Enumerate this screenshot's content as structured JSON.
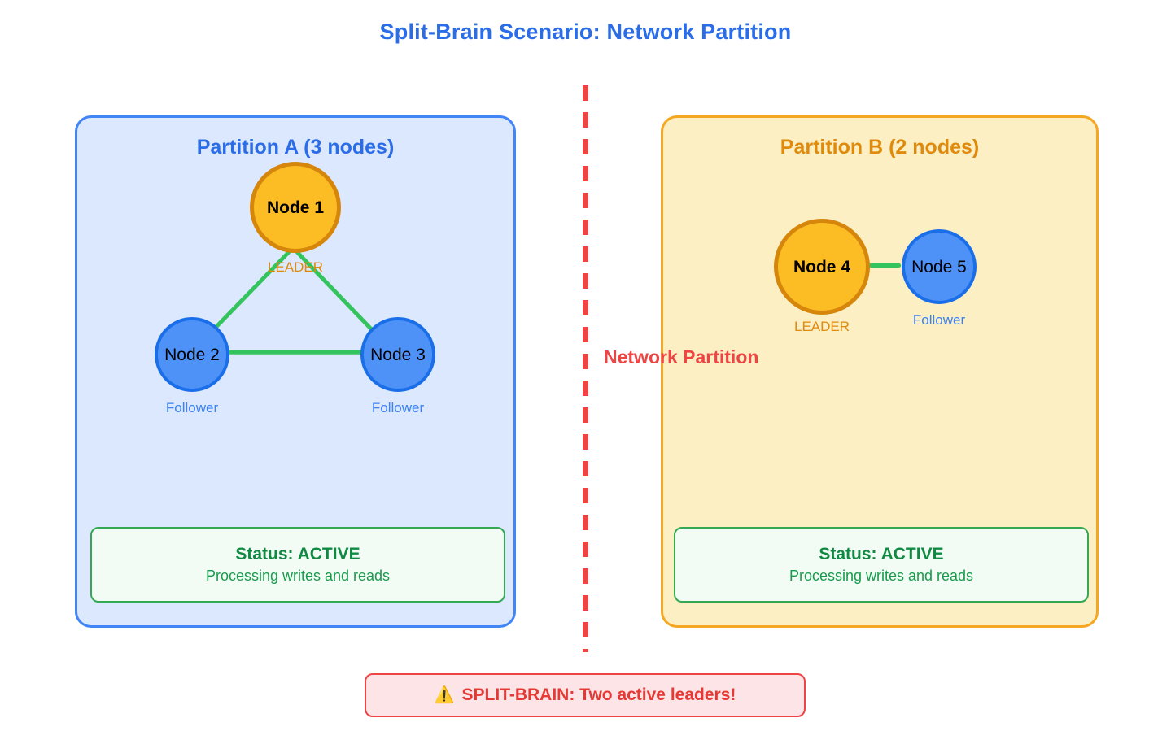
{
  "title": "Split-Brain Scenario: Network Partition",
  "divider": {
    "label": "Network Partition",
    "color": "#EF4444"
  },
  "partitions": [
    {
      "id": "a",
      "title": "Partition A (3 nodes)",
      "title_color": "#2B6CE8",
      "fill": "#DCE8FD",
      "border": "#4285F4",
      "nodes": [
        {
          "name": "Node 1",
          "role": "LEADER",
          "type": "leader"
        },
        {
          "name": "Node 2",
          "role": "Follower",
          "type": "follower"
        },
        {
          "name": "Node 3",
          "role": "Follower",
          "type": "follower"
        }
      ],
      "status": {
        "main": "Status: ACTIVE",
        "sub": "Processing writes and reads",
        "color": "#108A42"
      }
    },
    {
      "id": "b",
      "title": "Partition B (2 nodes)",
      "title_color": "#E08A0B",
      "fill": "#FCEFC4",
      "border": "#F5A623",
      "nodes": [
        {
          "name": "Node 4",
          "role": "LEADER",
          "type": "leader"
        },
        {
          "name": "Node 5",
          "role": "Follower",
          "type": "follower"
        }
      ],
      "status": {
        "main": "Status: ACTIVE",
        "sub": "Processing writes and reads",
        "color": "#108A42"
      }
    }
  ],
  "alert": {
    "icon": "⚠️",
    "text": "SPLIT-BRAIN: Two active leaders!",
    "fill": "#FDE4E6",
    "border": "#EF4444",
    "text_color": "#E53935"
  },
  "link_color": "#34C45E"
}
